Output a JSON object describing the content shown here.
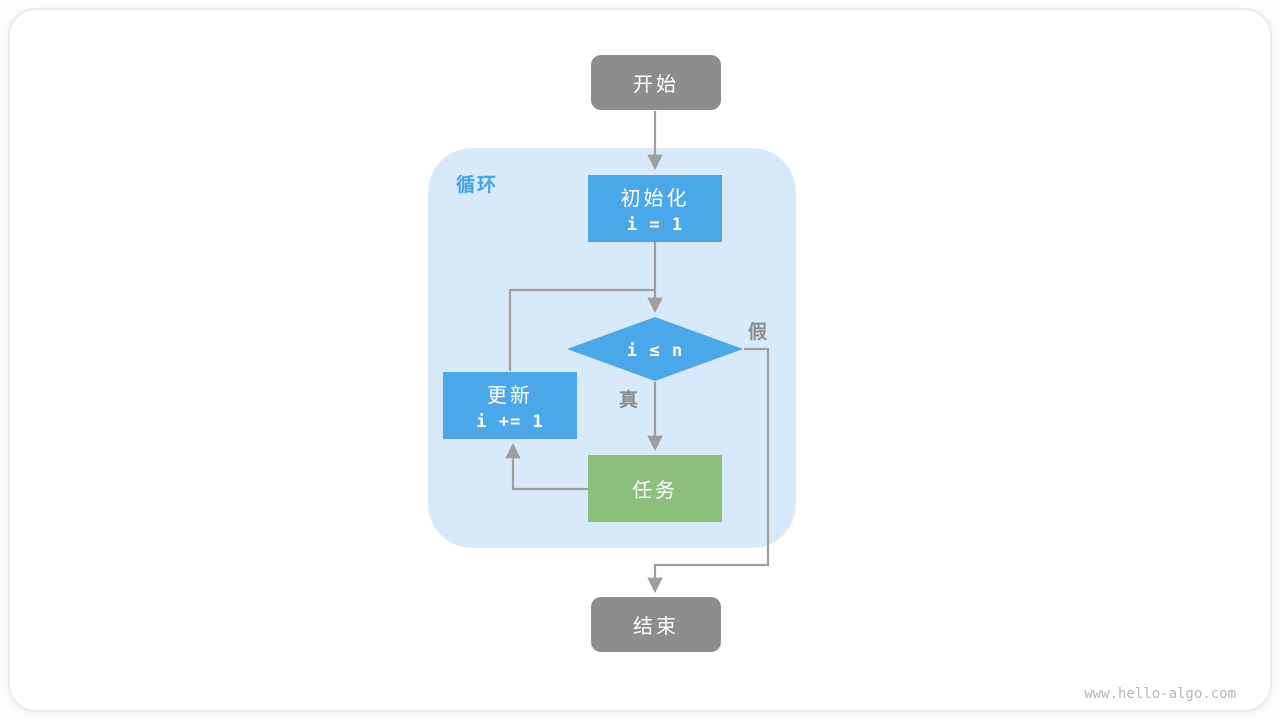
{
  "page": {
    "watermark": "www.hello-algo.com"
  },
  "diagram": {
    "loop_label": "循环",
    "nodes": {
      "start": {
        "label": "开始"
      },
      "init": {
        "label": "初始化",
        "code": "i = 1"
      },
      "condition": {
        "code": "i ≤ n"
      },
      "task": {
        "label": "任务"
      },
      "update": {
        "label": "更新",
        "code": "i += 1"
      },
      "end": {
        "label": "结束"
      }
    },
    "branches": {
      "true": "真",
      "false": "假"
    },
    "colors": {
      "gray_node": "#8d8d8d",
      "blue_node": "#4aa7e8",
      "green_node": "#8cbe7c",
      "loop_bg": "#d8eafa",
      "loop_label": "#42a4e5",
      "arrow": "#9e9e9e",
      "branch_label": "#8d8d8d"
    }
  }
}
